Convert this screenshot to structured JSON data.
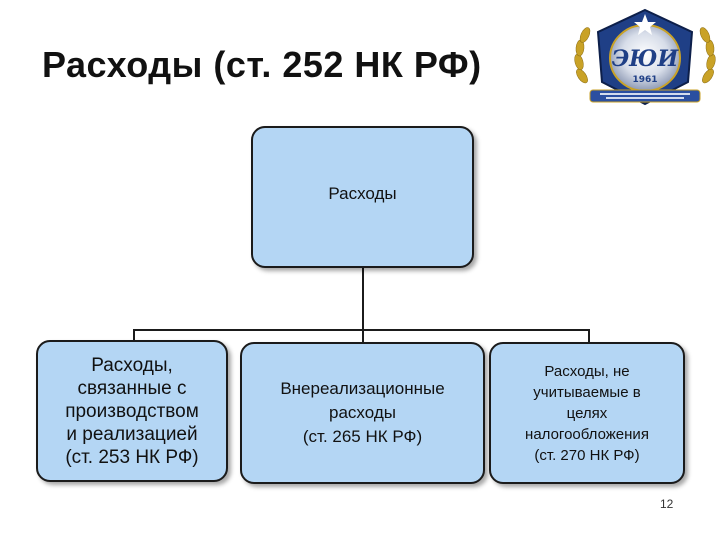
{
  "title": "Расходы (ст. 252 НК РФ)",
  "root": {
    "label": "Расходы"
  },
  "children": [
    {
      "label": "Расходы,\nсвязанные с\nпроизводством\nи реализацией\n(ст. 253 НК РФ)"
    },
    {
      "label": "Внереализационные\nрасходы\n(ст. 265 НК РФ)"
    },
    {
      "label": "Расходы, не\nучитываемые в\nцелях\nналогообложения\n(ст. 270 НК РФ)"
    }
  ],
  "logo": {
    "text": "ЭЮИ",
    "year": "1961"
  },
  "page_number": "12",
  "colors": {
    "box_fill": "#b4d6f4",
    "box_border": "#1b1b1b",
    "logo_blue": "#1f3f86"
  }
}
